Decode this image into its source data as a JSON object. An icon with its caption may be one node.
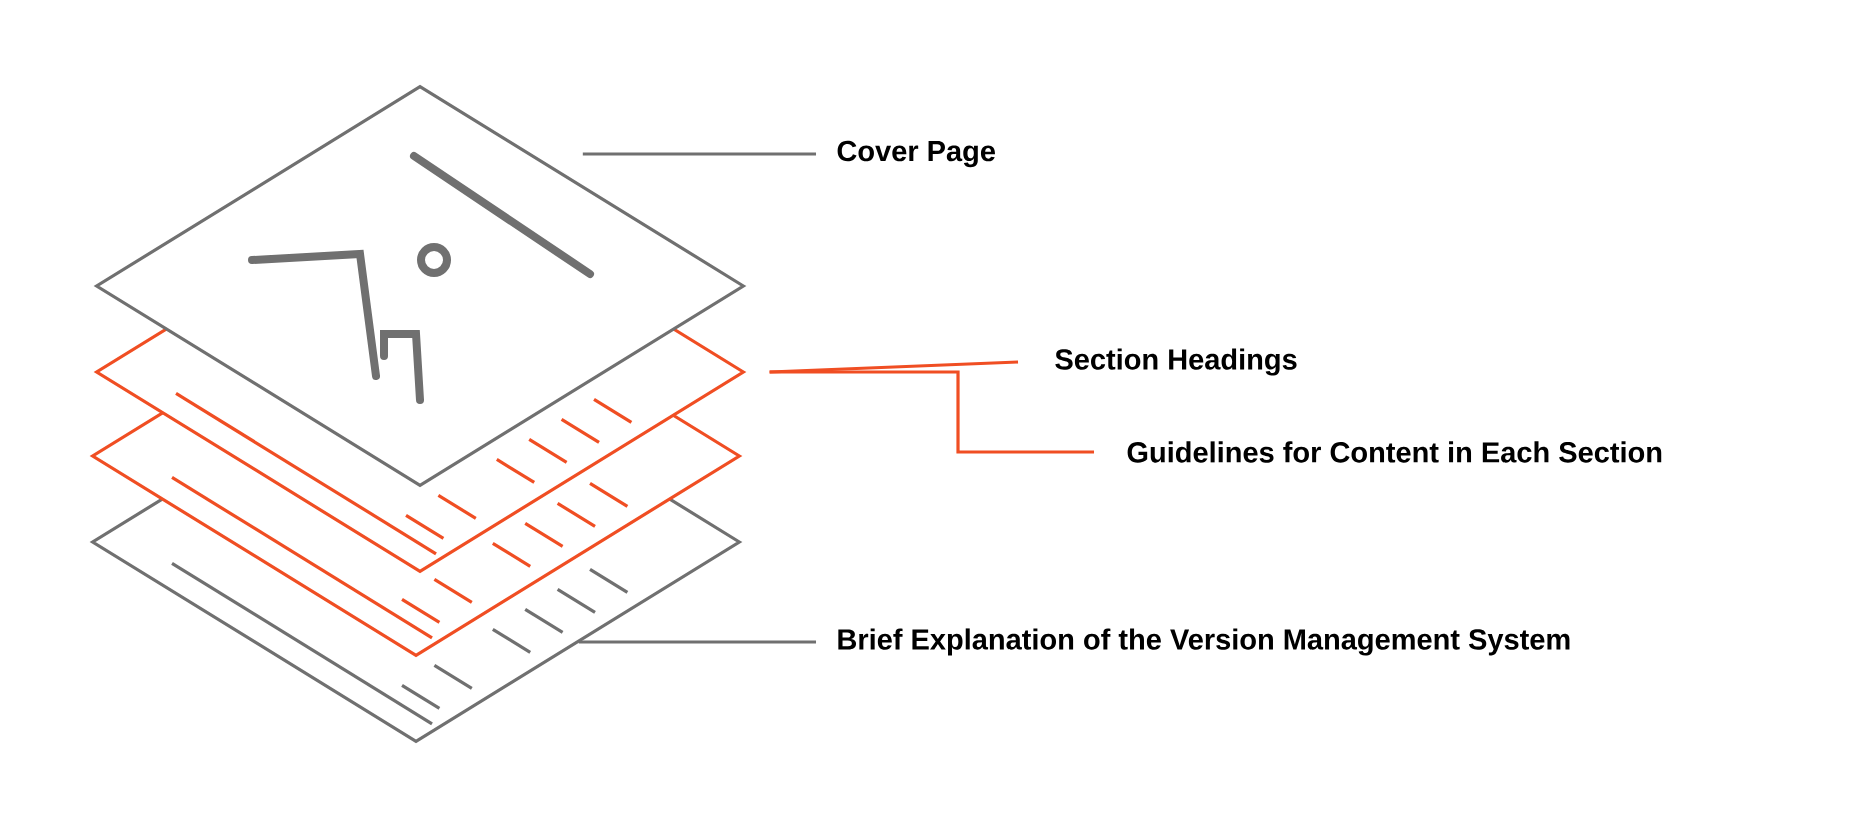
{
  "diagram": {
    "nodes": [
      {
        "text": [
          "Cover Page"
        ]
      },
      {
        "text": [
          "Section Headings"
        ]
      },
      {
        "text": [
          "Guidelines for Content in Each Section"
        ]
      },
      {
        "text": [
          "Brief Explanation of the Version Management System"
        ]
      },
      {
        "text": [],
        "shape": "diamond"
      },
      {
        "text": [],
        "shape": "diamond"
      },
      {
        "text": [],
        "shape": "diamond"
      },
      {
        "text": [],
        "shape": "diamond"
      }
    ],
    "edges": [
      {
        "from": 0,
        "to": 4,
        "arrow": "none",
        "color": "#707070"
      },
      {
        "from": 1,
        "to": 5,
        "arrow": "none",
        "color": "#f04e23"
      },
      {
        "from": 2,
        "to": 5,
        "arrow": "none",
        "color": "#f04e23"
      },
      {
        "from": 3,
        "to": 7,
        "arrow": "none",
        "color": "#707070"
      }
    ]
  }
}
